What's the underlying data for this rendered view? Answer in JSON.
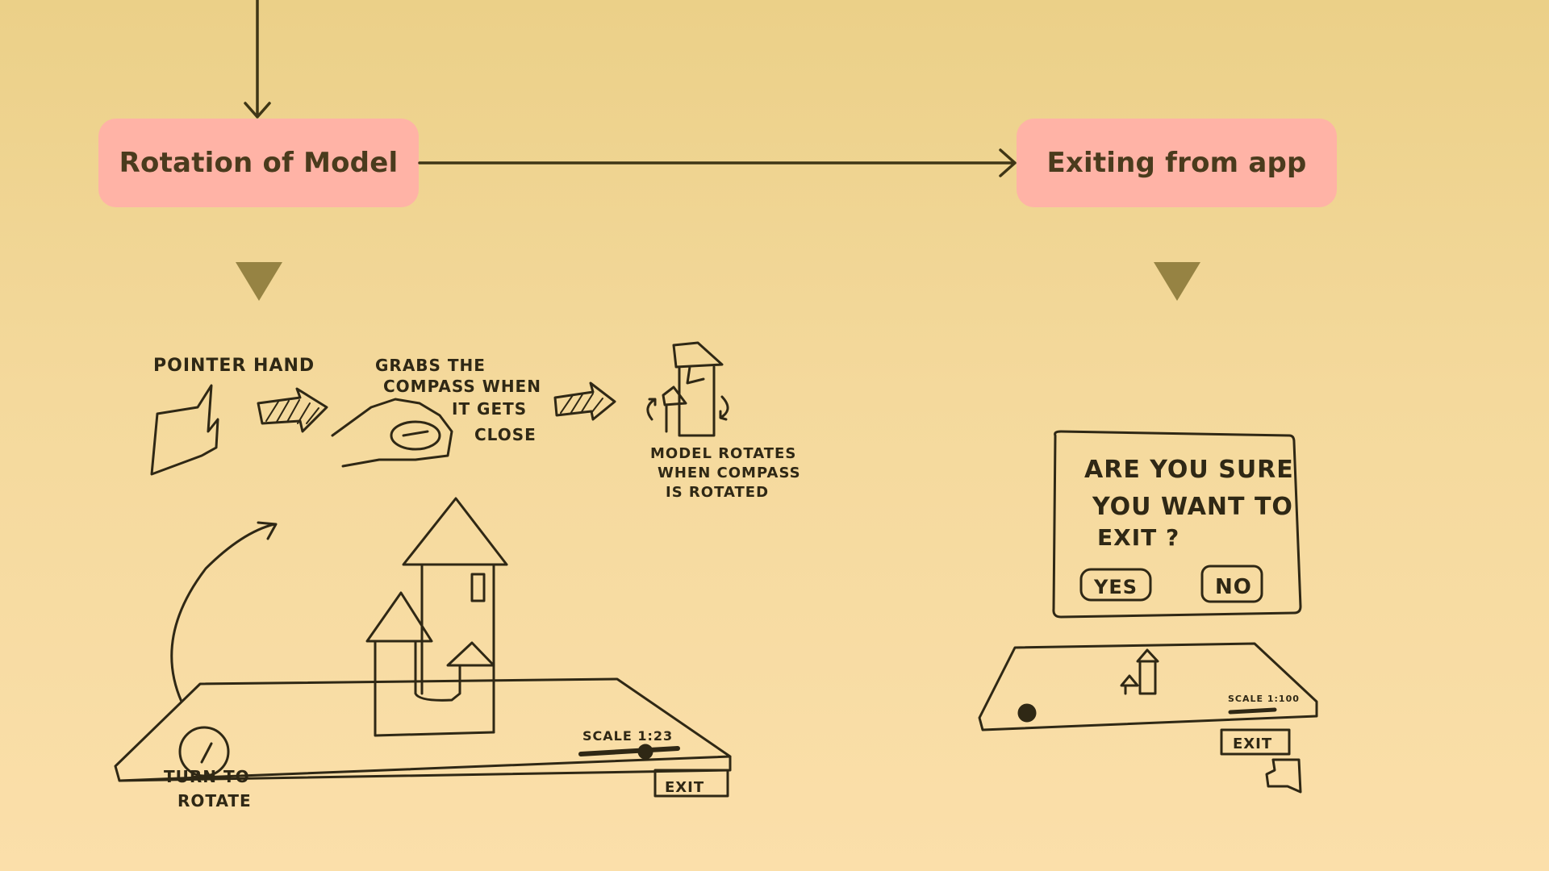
{
  "nodes": {
    "rotation": "Rotation of Model",
    "exit": "Exiting from app"
  },
  "rotation_sketch": {
    "pointer_hand": "POINTER HAND",
    "grabs_line1": "GRABS THE",
    "grabs_line2": "COMPASS  WHEN",
    "grabs_line3": "IT GETS",
    "grabs_line4": "CLOSE",
    "model_rotates_line1": "MODEL ROTATES",
    "model_rotates_line2": "WHEN COMPASS",
    "model_rotates_line3": "IS ROTATED",
    "scale_label": "SCALE  1:23",
    "exit_label": "EXIT",
    "turn_to": "TURN TO",
    "rotate": "ROTATE"
  },
  "exit_sketch": {
    "dialog_line1": "ARE YOU SURE",
    "dialog_line2": "YOU WANT TO",
    "dialog_line3": "EXIT ?",
    "yes_label": "YES",
    "no_label": "NO",
    "scale_label": "SCALE 1:100",
    "exit_label": "EXIT"
  },
  "colors": {
    "node_fill": "#ffb3a6",
    "connector": "#3f3616",
    "triangle": "#968343",
    "ink": "#2f2815"
  }
}
